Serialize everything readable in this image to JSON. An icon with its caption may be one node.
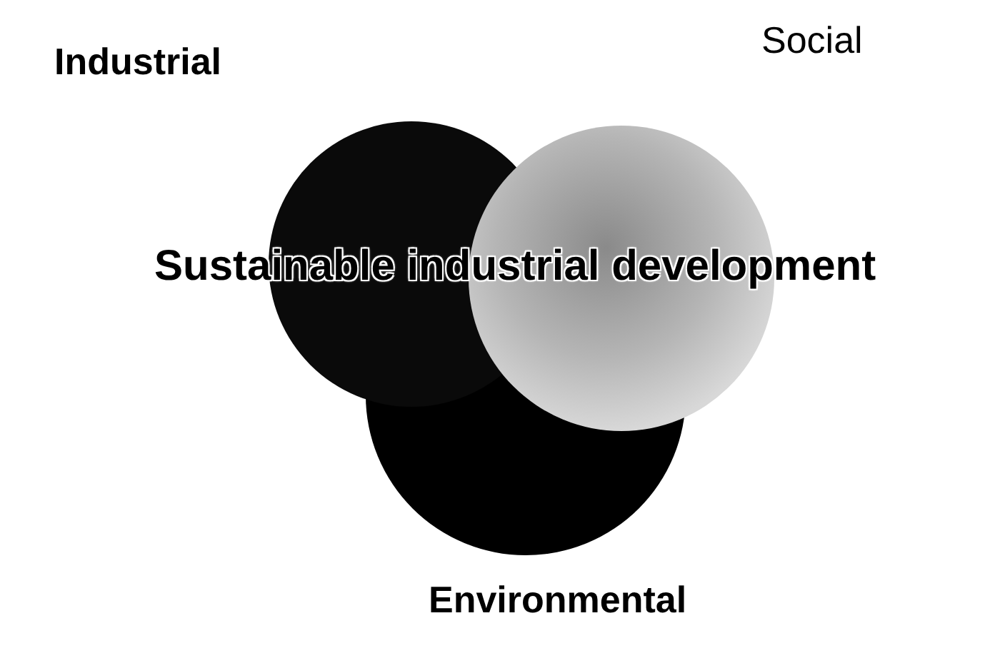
{
  "diagram": {
    "nodes": [
      {
        "text": [
          "Industrial"
        ]
      },
      {
        "text": [
          "Social"
        ]
      },
      {
        "text": [
          "Environmental"
        ]
      }
    ],
    "labels": [
      "Sustainable industrial development"
    ]
  }
}
